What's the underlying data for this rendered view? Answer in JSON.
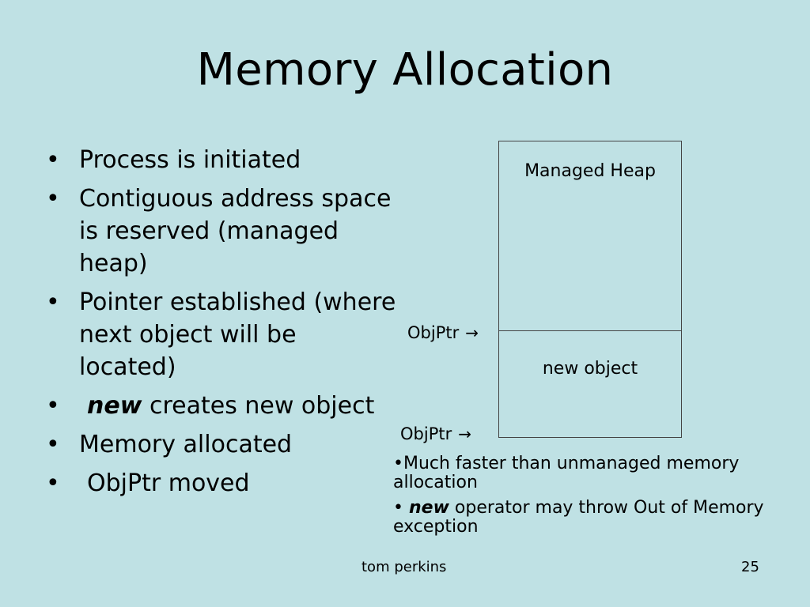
{
  "slide": {
    "title": "Memory Allocation",
    "bullets": [
      "Process is initiated",
      "Contiguous address space is reserved (managed heap)",
      "Pointer established (where next object will be located)",
      {
        "emphasis": "new",
        "text": " creates new object"
      },
      "Memory allocated",
      "ObjPtr moved"
    ],
    "diagram": {
      "heap_label": "Managed Heap",
      "object_label": "new object",
      "pointer_label": "ObjPtr",
      "arrow_icon": "right-arrow-icon",
      "arrow_glyph": "→"
    },
    "notes": [
      {
        "text": "•Much faster than unmanaged memory allocation"
      },
      {
        "bullet": "• ",
        "emphasis": "new",
        "text": " operator may throw Out of Memory exception"
      }
    ],
    "footer": {
      "author": "tom perkins",
      "page_number": "25"
    }
  },
  "colors": {
    "background": "#bfe1e4",
    "text": "#000000",
    "outline": "#444444"
  }
}
